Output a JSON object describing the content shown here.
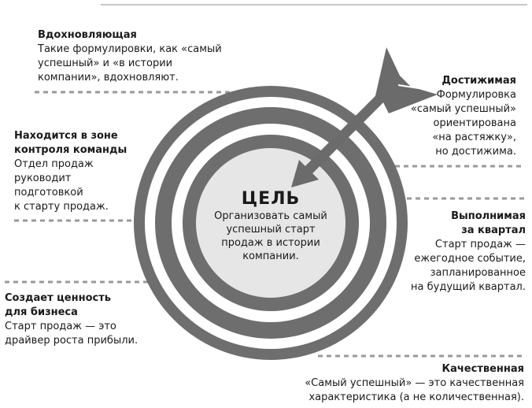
{
  "center": {
    "title": "ЦЕЛЬ",
    "body": "Организовать самый\nуспешный старт\nпродаж в истории\nкомпании."
  },
  "callouts": {
    "inspiring": {
      "title": "Вдохновляющая",
      "body": "Такие формулировки, как «самый\nуспешный» и «в истории\nкомпании», вдохновляют."
    },
    "achievable": {
      "title": "Достижимая",
      "body": "Формулировка\n«самый успешный»\nориентирована\n«на растяжку»,\nно достижима."
    },
    "controllable": {
      "title": "Находится в зоне\nконтроля команды",
      "body": "Отдел продаж\nруководит\nподготовкой\nк старту продаж."
    },
    "doable": {
      "title": "Выполнимая\nза квартал",
      "body": "Старт продаж —\nежегодное событие,\nзапланированное\nна будущий квартал."
    },
    "value": {
      "title": "Создает ценность\nдля бизнеса",
      "body": "Старт продаж — это\nдрайвер роста прибыли."
    },
    "qualitative": {
      "title": "Качественная",
      "body": "«Самый успешный» — это качественная\nхарактеристика (а не количественная)."
    }
  },
  "colors": {
    "ring_dark": "#6e6e6e",
    "ring_light": "#ffffff",
    "center_fill": "#e6e6e6",
    "arrow": "#6b6b6b",
    "divider": "#9a9a9a",
    "text": "#1a1a1a"
  }
}
